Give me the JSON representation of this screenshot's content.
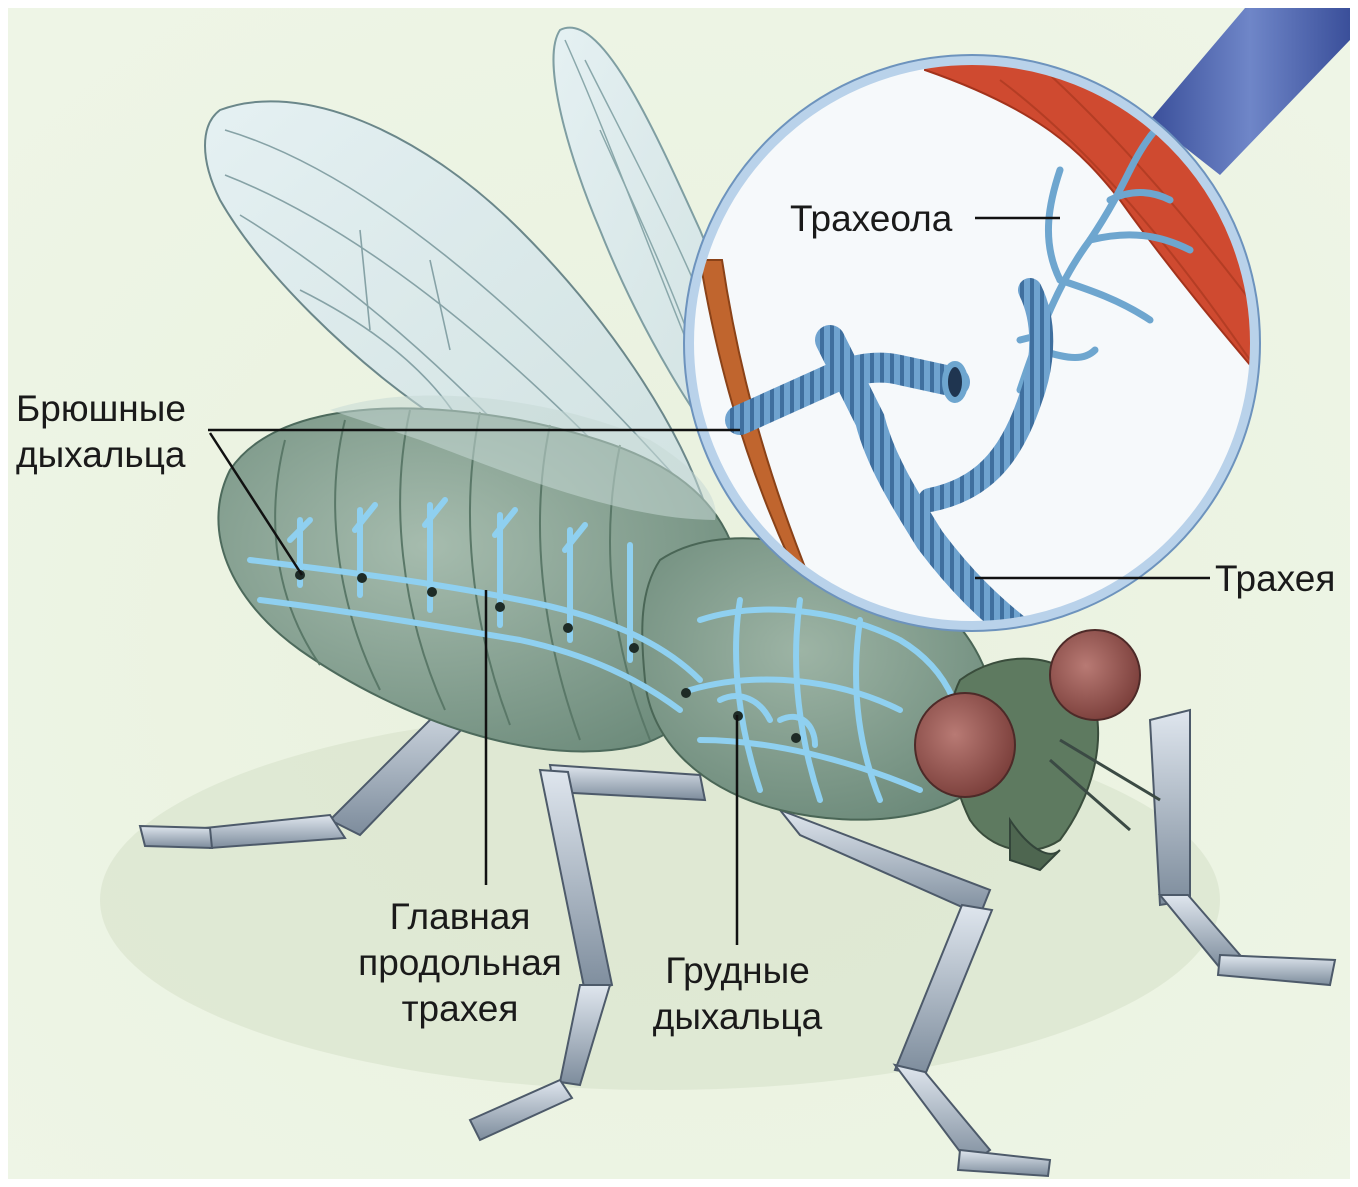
{
  "labels": {
    "abdominal_spiracles": [
      "Брюшные",
      "дыхальца"
    ],
    "tracheole": "Трахеола",
    "trachea": "Трахея",
    "main_trachea": [
      "Главная",
      "продольная",
      "трахея"
    ],
    "thoracic_spiracles": [
      "Грудные",
      "дыхальца"
    ]
  },
  "colors": {
    "background": "#e6efd8",
    "body": "#8aa594",
    "trachea_network": "#8fd0f0",
    "magnifier_rim": "#8cb5dc",
    "handle": "#4a63ad",
    "muscle": "#d0452e",
    "eye": "#9a5a56",
    "wing": "#d9eaf0"
  }
}
